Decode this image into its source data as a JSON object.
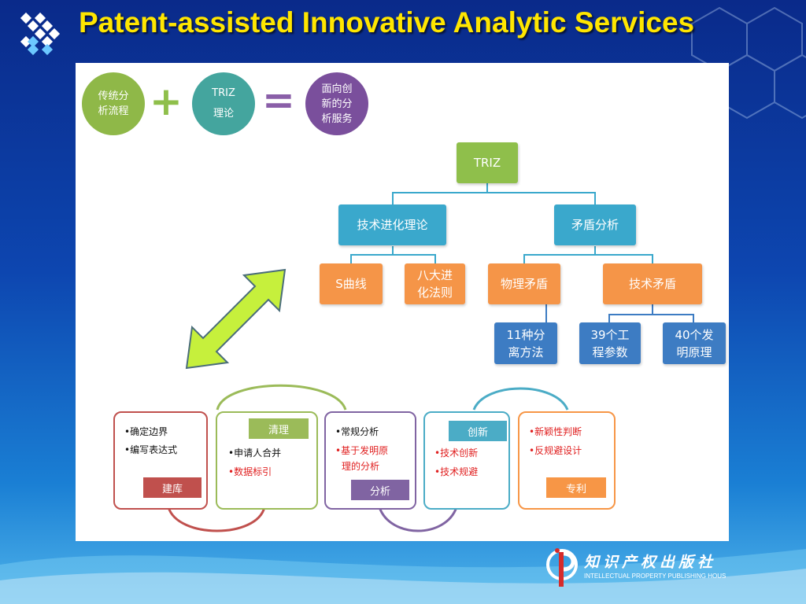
{
  "header": {
    "title": "Patent-assisted Innovative Analytic Services"
  },
  "equation": {
    "left": "传统分\n析流程",
    "plus": "+",
    "middle": "TRIZ\n理论",
    "equals": "=",
    "right": "面向创\n新的分\n析服务"
  },
  "tree": {
    "root": "TRIZ",
    "evolution": "技术进化理论",
    "contradiction": "矛盾分析",
    "s_curve": "S曲线",
    "eight_laws": "八大进\n化法则",
    "physical": "物理矛盾",
    "technical": "技术矛盾",
    "separation": "11种分\n离方法",
    "parameters": "39个工\n程参数",
    "principles": "40个发\n明原理"
  },
  "stages": [
    {
      "tag": "建库",
      "bullets": [
        "•确定边界",
        "•编写表达式"
      ],
      "red": []
    },
    {
      "tag": "清理",
      "bullets": [
        "•申请人合并"
      ],
      "red": [
        "•数据标引"
      ]
    },
    {
      "tag": "分析",
      "bullets": [
        "•常规分析"
      ],
      "red": [
        "•基于发明原",
        "理的分析"
      ]
    },
    {
      "tag": "创新",
      "bullets": [],
      "red": [
        "•技术创新",
        "•技术规避"
      ]
    },
    {
      "tag": "专利",
      "bullets": [],
      "red": [
        "•新颖性判断",
        "•反规避设计"
      ]
    }
  ],
  "colors": {
    "title": "#ffe600",
    "stage1": "#c0504d",
    "stage2": "#9bbb59",
    "stage3": "#8064a2",
    "stage4": "#4bacc6",
    "stage5": "#f79646",
    "arrow": "#c6f03c"
  },
  "publisher": {
    "name_cn": "知识产权出版社",
    "name_en": "INTELLECTUAL PROPERTY PUBLISHING HOUS"
  }
}
